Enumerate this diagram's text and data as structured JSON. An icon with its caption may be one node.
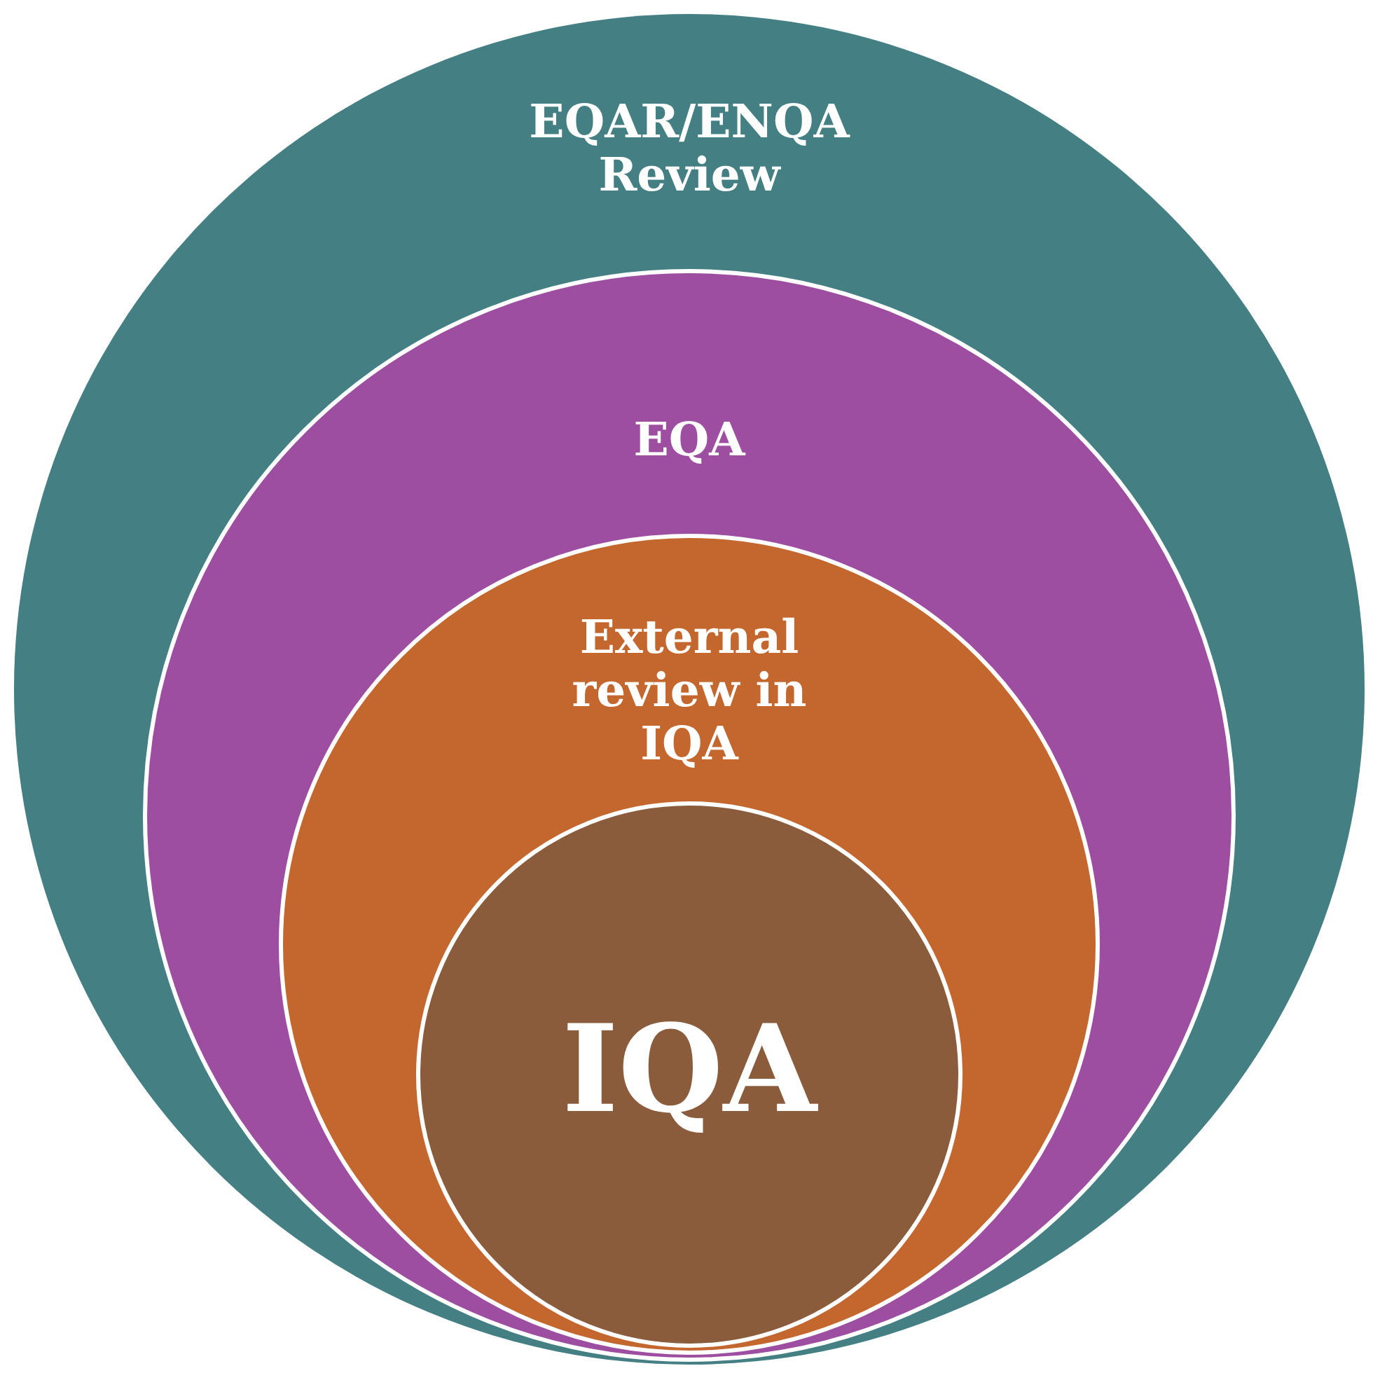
{
  "diagram": {
    "nodes": [
      {
        "text": [
          "EQAR/ENQA Review"
        ]
      },
      {
        "text": [
          "EQA"
        ],
        "in": 0
      },
      {
        "text": [
          "External review in IQA"
        ],
        "in": 1
      },
      {
        "text": [
          "IQA"
        ],
        "in": 2
      }
    ]
  }
}
